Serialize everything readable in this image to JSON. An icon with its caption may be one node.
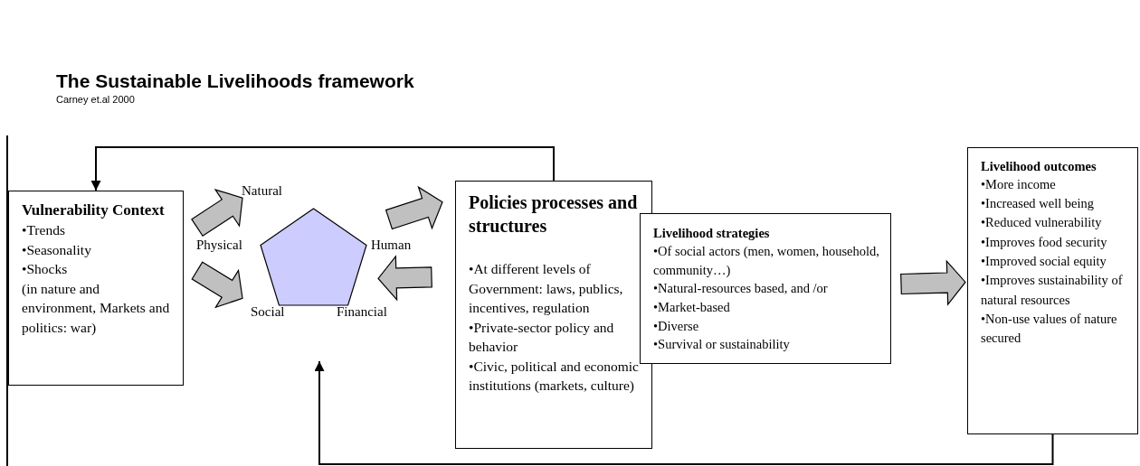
{
  "diagram": {
    "title": "The Sustainable Livelihoods framework",
    "nodes": [
      {
        "text": [
          "Vulnerability Context",
          "•Trends",
          "•Seasonality",
          "•Shocks",
          "(in nature and environment, Markets and politics: war)"
        ]
      },
      {
        "text": [],
        "shape": "pentagon",
        "beside": [
          "Natural",
          "Physical",
          "Human",
          "Social",
          "Financial"
        ]
      },
      {
        "text": [
          "Policies processes and structures",
          "•At different levels of Government: laws, publics, incentives, regulation",
          "•Private-sector policy and behavior",
          "•Civic, political and economic institutions (markets, culture)"
        ]
      },
      {
        "text": [
          "Livelihood strategies",
          "•Of social actors (men, women, household, community…)",
          "•Natural-resources based, and /or",
          "•Market-based",
          "•Diverse",
          "•Survival or sustainability"
        ]
      },
      {
        "text": [
          "Livelihood outcomes",
          "•More income",
          "•Increased well being",
          "•Reduced vulnerability",
          "•Improves food security",
          "•Improved social equity",
          "•Improves sustainability of natural resources",
          "•Non-use values of nature secured"
        ]
      }
    ],
    "edges": [
      {
        "from": 0,
        "to": 1,
        "arrow": "to",
        "style": "thick",
        "color": "#c0c0c0"
      },
      {
        "from": 0,
        "to": 1,
        "arrow": "to",
        "style": "thick",
        "color": "#c0c0c0"
      },
      {
        "from": 1,
        "to": 2,
        "arrow": "to",
        "style": "thick",
        "color": "#c0c0c0"
      },
      {
        "from": 2,
        "to": 1,
        "arrow": "to",
        "style": "thick",
        "color": "#c0c0c0"
      },
      {
        "from": 3,
        "to": 4,
        "arrow": "to",
        "style": "thick",
        "color": "#c0c0c0"
      },
      {
        "from": 2,
        "to": 0,
        "arrow": "to",
        "color": "#000000"
      },
      {
        "from": 4,
        "to": null,
        "arrow": "to",
        "color": "#000000"
      }
    ],
    "labels": [
      "Carney et.al 2000"
    ]
  }
}
